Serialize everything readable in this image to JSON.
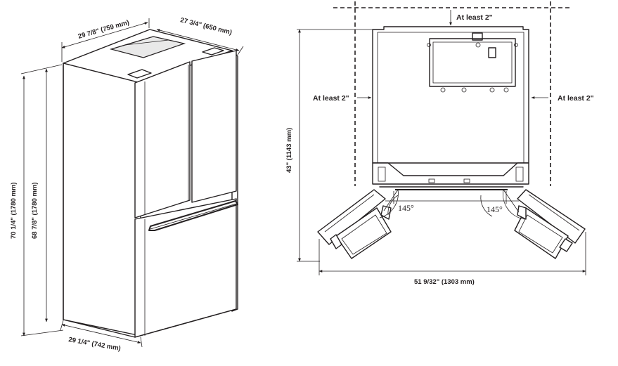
{
  "isometric_view": {
    "depth_label": "27 3/4\" (650 mm)",
    "width_label": "29 7/8\" (759 mm)",
    "overall_height_label": "70 1/4\" (1780 mm)",
    "case_height_label": "68 7/8\" (1780 mm)",
    "base_width_label": "29 1/4\" (742 mm)"
  },
  "top_view": {
    "clearance_top_label": "At least 2\"",
    "clearance_left_label": "At least 2\"",
    "clearance_right_label": "At least 2\"",
    "depth_label": "43\" (1143 mm)",
    "overall_width_label": "51 9/32\" (1303 mm)",
    "left_door_angle": "145°",
    "right_door_angle": "145°"
  }
}
